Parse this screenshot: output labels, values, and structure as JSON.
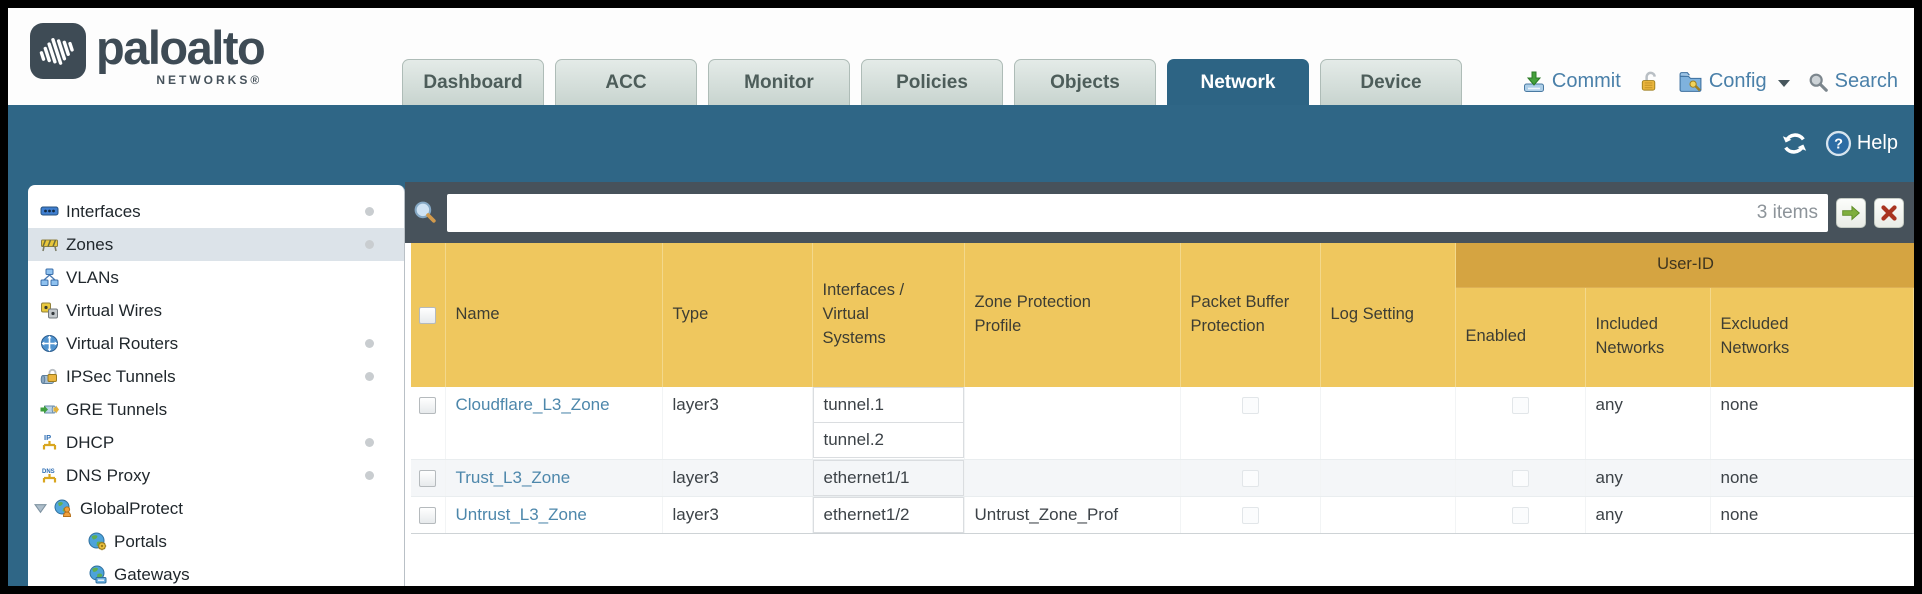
{
  "brand": {
    "name": "paloalto",
    "sub": "NETWORKS®"
  },
  "tabs": [
    {
      "label": "Dashboard",
      "active": false
    },
    {
      "label": "ACC",
      "active": false
    },
    {
      "label": "Monitor",
      "active": false
    },
    {
      "label": "Policies",
      "active": false
    },
    {
      "label": "Objects",
      "active": false
    },
    {
      "label": "Network",
      "active": true
    },
    {
      "label": "Device",
      "active": false
    }
  ],
  "top_actions": {
    "commit": "Commit",
    "config": "Config",
    "search": "Search"
  },
  "band": {
    "help": "Help"
  },
  "filter": {
    "value": "",
    "count": "3 items"
  },
  "icons": {
    "help_glyph": "?",
    "dhcp_glyph": "IP",
    "dns_glyph": "DNS"
  },
  "sidebar": {
    "items": [
      {
        "label": "Interfaces",
        "dot": true
      },
      {
        "label": "Zones",
        "dot": true,
        "selected": true
      },
      {
        "label": "VLANs",
        "dot": false
      },
      {
        "label": "Virtual Wires",
        "dot": false
      },
      {
        "label": "Virtual Routers",
        "dot": true
      },
      {
        "label": "IPSec Tunnels",
        "dot": true
      },
      {
        "label": "GRE Tunnels",
        "dot": false
      },
      {
        "label": "DHCP",
        "dot": true
      },
      {
        "label": "DNS Proxy",
        "dot": true
      },
      {
        "label": "GlobalProtect",
        "dot": false,
        "expanded": true
      },
      {
        "label": "Portals",
        "dot": false,
        "child": true
      },
      {
        "label": "Gateways",
        "dot": false,
        "child": true
      }
    ]
  },
  "table": {
    "user_id_group": "User-ID",
    "columns": {
      "name": "Name",
      "type": "Type",
      "interfaces": "Interfaces / Virtual Systems",
      "zone_protection": "Zone Protection Profile",
      "packet_buffer": "Packet Buffer Protection",
      "log_setting": "Log Setting",
      "enabled": "Enabled",
      "included": "Included Networks",
      "excluded": "Excluded Networks"
    },
    "rows": [
      {
        "name": "Cloudflare_L3_Zone",
        "type": "layer3",
        "interfaces": [
          "tunnel.1",
          "tunnel.2"
        ],
        "zone_protection": "",
        "log_setting": "",
        "included": "any",
        "excluded": "none"
      },
      {
        "name": "Trust_L3_Zone",
        "type": "layer3",
        "interfaces": [
          "ethernet1/1"
        ],
        "zone_protection": "",
        "log_setting": "",
        "included": "any",
        "excluded": "none"
      },
      {
        "name": "Untrust_L3_Zone",
        "type": "layer3",
        "interfaces": [
          "ethernet1/2"
        ],
        "zone_protection": "Untrust_Zone_Prof",
        "log_setting": "",
        "included": "any",
        "excluded": "none"
      }
    ]
  },
  "colors": {
    "teal": "#2f6686",
    "slate": "#47525b",
    "header_yellow": "#efc75e",
    "user_id_gold": "#d5a441",
    "link": "#4d87ab"
  }
}
